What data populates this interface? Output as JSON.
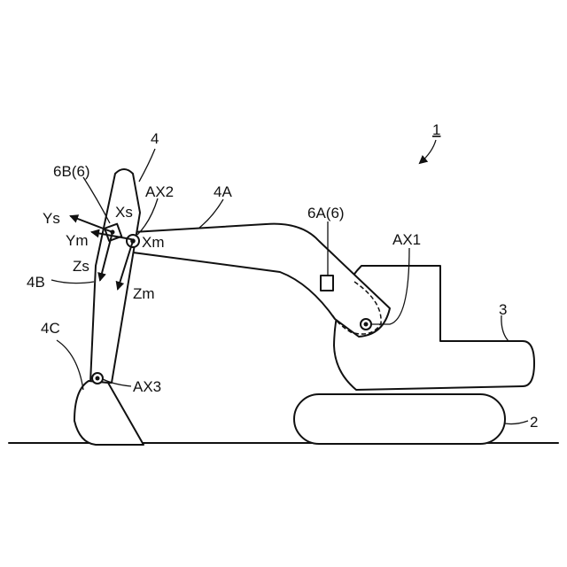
{
  "diagram": {
    "labels": {
      "machine": "1",
      "boom_bucket_assembly": "4",
      "boom": "4A",
      "arm": "4B",
      "bucket": "4C",
      "undercarriage": "2",
      "upper_body": "3",
      "sensor_boom": "6A(6)",
      "sensor_arm": "6B(6)",
      "axis_boom": "AX1",
      "axis_arm": "AX2",
      "axis_bucket": "AX3",
      "sensor_x": "Xs",
      "sensor_y": "Ys",
      "sensor_z": "Zs",
      "machine_x": "Xm",
      "machine_y": "Ym",
      "machine_z": "Zm"
    }
  }
}
